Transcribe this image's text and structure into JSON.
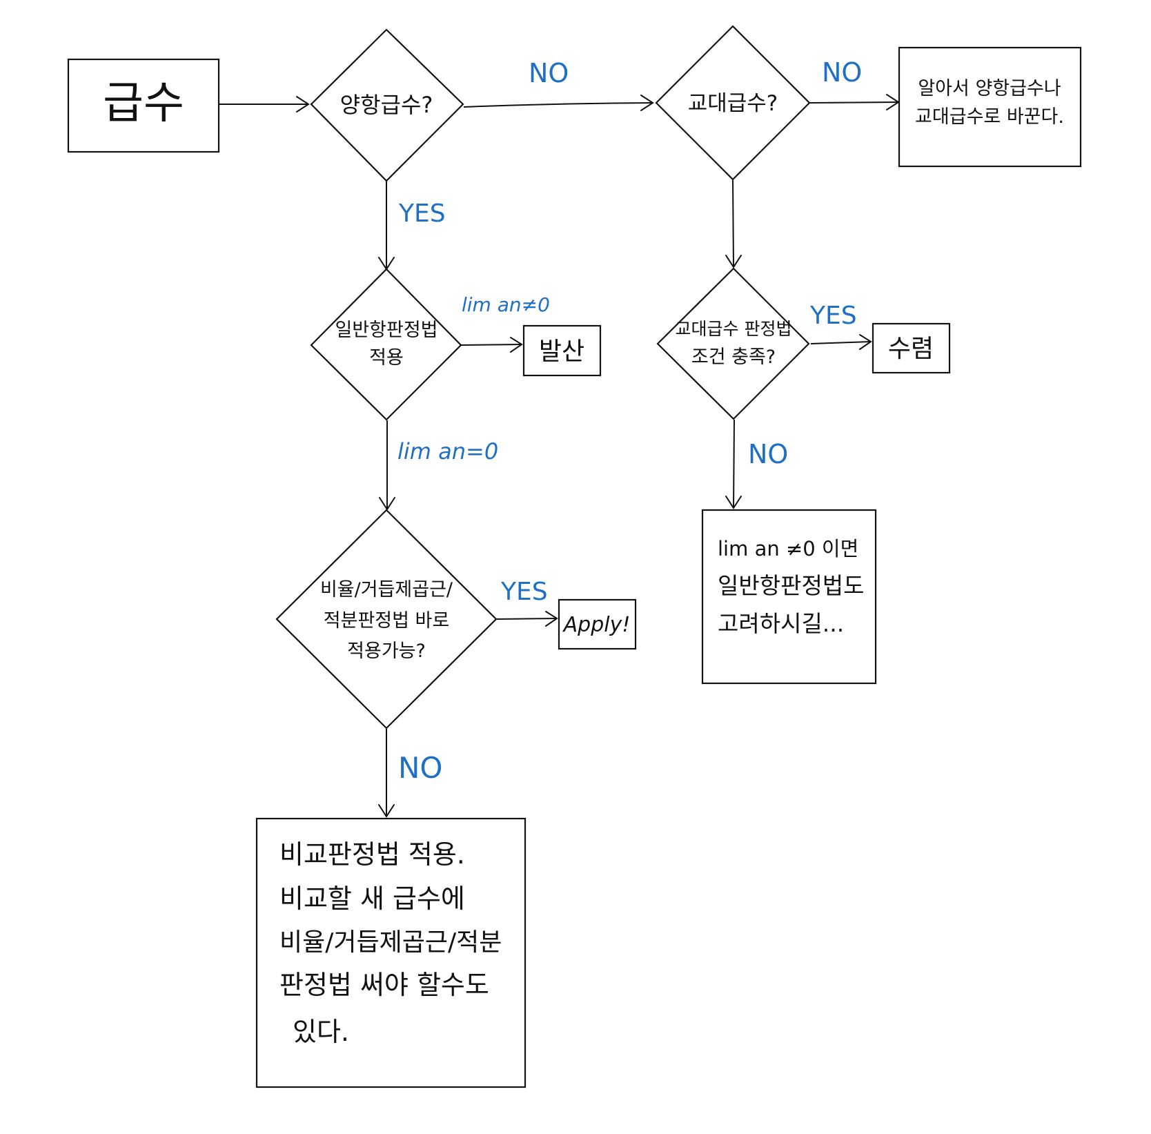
{
  "colors": {
    "ink": "#111111",
    "edge_label": "#1f6fc7",
    "background": "#ffffff"
  },
  "nodes": {
    "start": "급수",
    "q_positive": "양항급수?",
    "q_alternating": "교대급수?",
    "convert": [
      "알아서 양항급수나",
      "교대급수로 바꾼다."
    ],
    "nth_term": [
      "일반항판정법",
      "적용"
    ],
    "diverge": "발산",
    "alt_test": [
      "교대급수 판정법",
      "조건 충족?"
    ],
    "converge": "수렴",
    "ratio_q": [
      "비율/거듭제곱근/",
      "적분판정법  바로",
      "적용가능?"
    ],
    "apply": "Apply!",
    "alt_note": [
      "lim an ≠0  이면",
      "일반항판정법도",
      "고려하시길..."
    ],
    "compare": [
      "비교판정법 적용.",
      "비교할 새 급수에",
      "비율/거듭제곱근/적분",
      "판정법 써야 할수도",
      "있다."
    ]
  },
  "edge_labels": {
    "no_1": "NO",
    "no_2": "NO",
    "yes_1": "YES",
    "lim_ne": "lim an≠0",
    "lim_eq": "lim an=0",
    "yes_2": "YES",
    "no_3": "NO",
    "yes_3": "YES",
    "no_4": "NO"
  }
}
